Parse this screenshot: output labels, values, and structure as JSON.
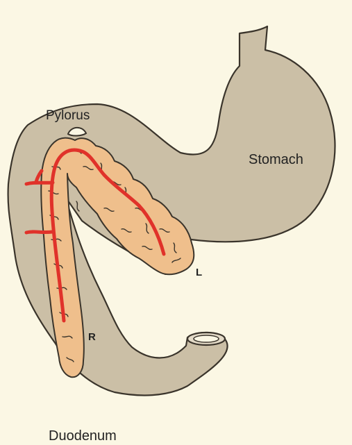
{
  "labels": {
    "pylorus": "Pylorus",
    "stomach": "Stomach",
    "left_lobe": "L",
    "right_lobe": "R",
    "duodenum": "Duodenum"
  },
  "colors": {
    "background": "#fbf7e4",
    "stomach_duodenum": "#cbbfa6",
    "pancreas": "#efbf8c",
    "vessel": "#e0322a",
    "outline": "#3a342b"
  }
}
